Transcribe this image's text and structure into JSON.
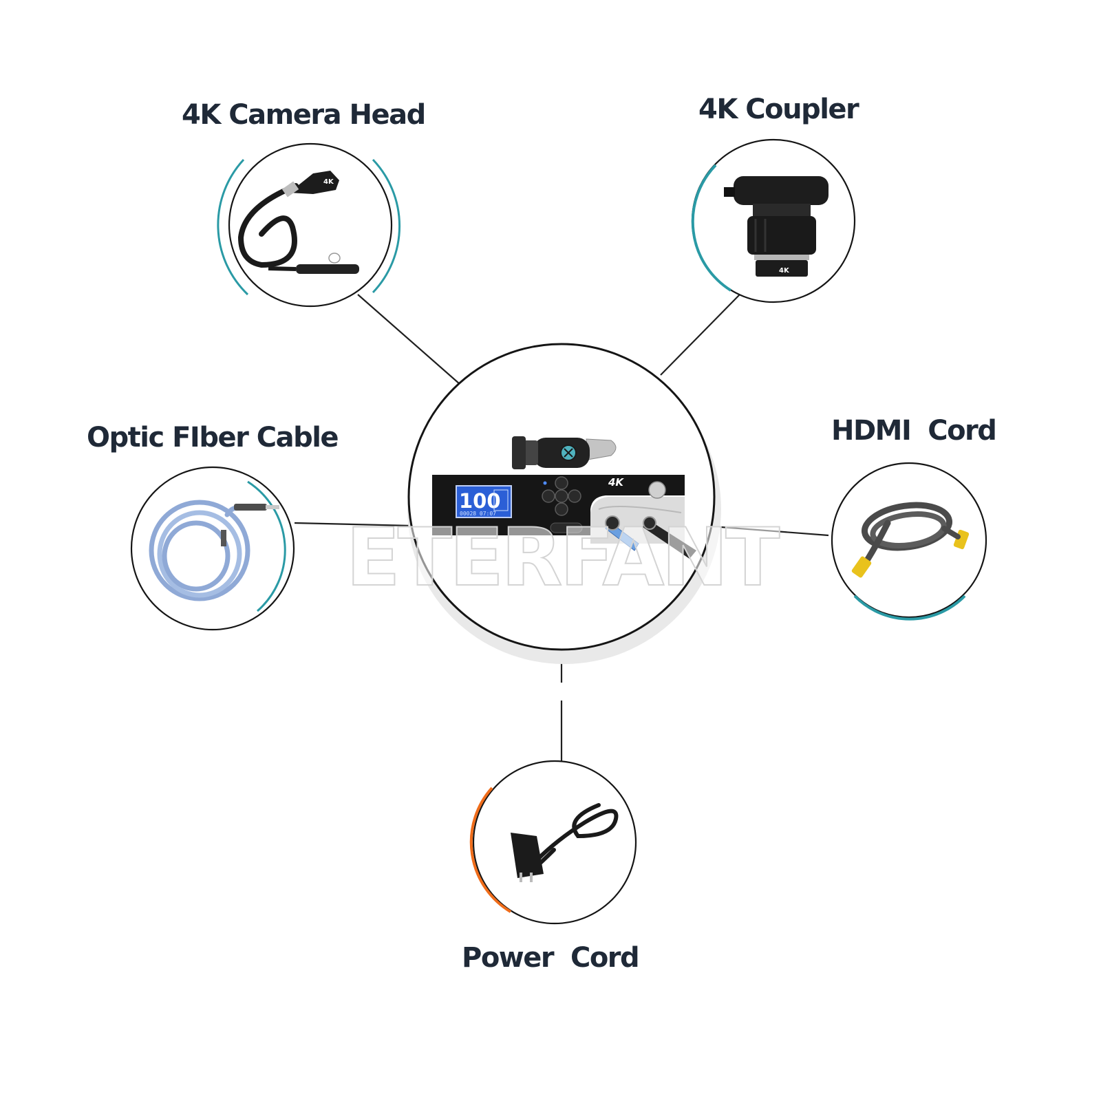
{
  "watermark": "ETERFANT",
  "center": {
    "device_badge": "4K",
    "screen_value": "100",
    "screen_small_text": "00028 07:07"
  },
  "components": [
    {
      "id": "camera-head",
      "label": "4K Camera Head",
      "ring_color": "#2a9aa5",
      "badge": "4K"
    },
    {
      "id": "coupler",
      "label": "4K Coupler",
      "ring_color": "#2a9aa5",
      "badge": "4K"
    },
    {
      "id": "optic-fiber",
      "label": "Optic FIber Cable",
      "ring_color": "#2a9aa5"
    },
    {
      "id": "hdmi",
      "label": "HDMI  Cord",
      "ring_color": "#2a9aa5"
    },
    {
      "id": "power",
      "label": "Power  Cord",
      "ring_color": "#ef6c1a"
    }
  ]
}
